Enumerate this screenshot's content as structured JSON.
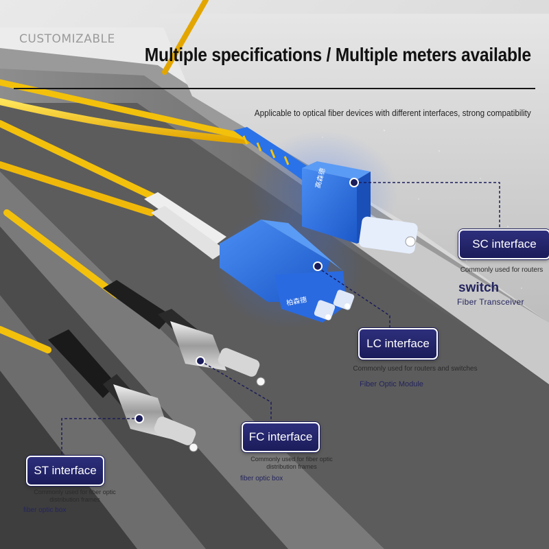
{
  "watermark": "CUSTOMIZABLE",
  "headline": "Multiple specifications / Multiple meters available",
  "subheadline": "Applicable to optical fiber devices with different interfaces, strong compatibility",
  "colors": {
    "badge": "#1f2163",
    "cable": "#f3c10c",
    "connector_blue": "#2b6fe0",
    "dash": "#1b1c5a"
  },
  "callouts": {
    "sc": {
      "title": "SC interface",
      "desc": "Commonly used for routers",
      "extra1": "switch",
      "extra2": "Fiber Transceiver"
    },
    "lc": {
      "title": "LC interface",
      "desc": "Commonly used for routers and switches",
      "extra": "Fiber Optic Module"
    },
    "fc": {
      "title": "FC interface",
      "desc": "Commonly used for fiber optic distribution frames",
      "extra": "fiber optic box"
    },
    "st": {
      "title": "ST interface",
      "desc": "Commonly used for fiber optic distribution frames",
      "extra": "fiber optic box"
    }
  },
  "connector_marks": {
    "sc": "高森德",
    "lc": "柏森德"
  },
  "icons": [
    "sc-connector-icon",
    "lc-connector-icon",
    "fc-connector-icon",
    "st-connector-icon",
    "callout-dot-icon"
  ]
}
